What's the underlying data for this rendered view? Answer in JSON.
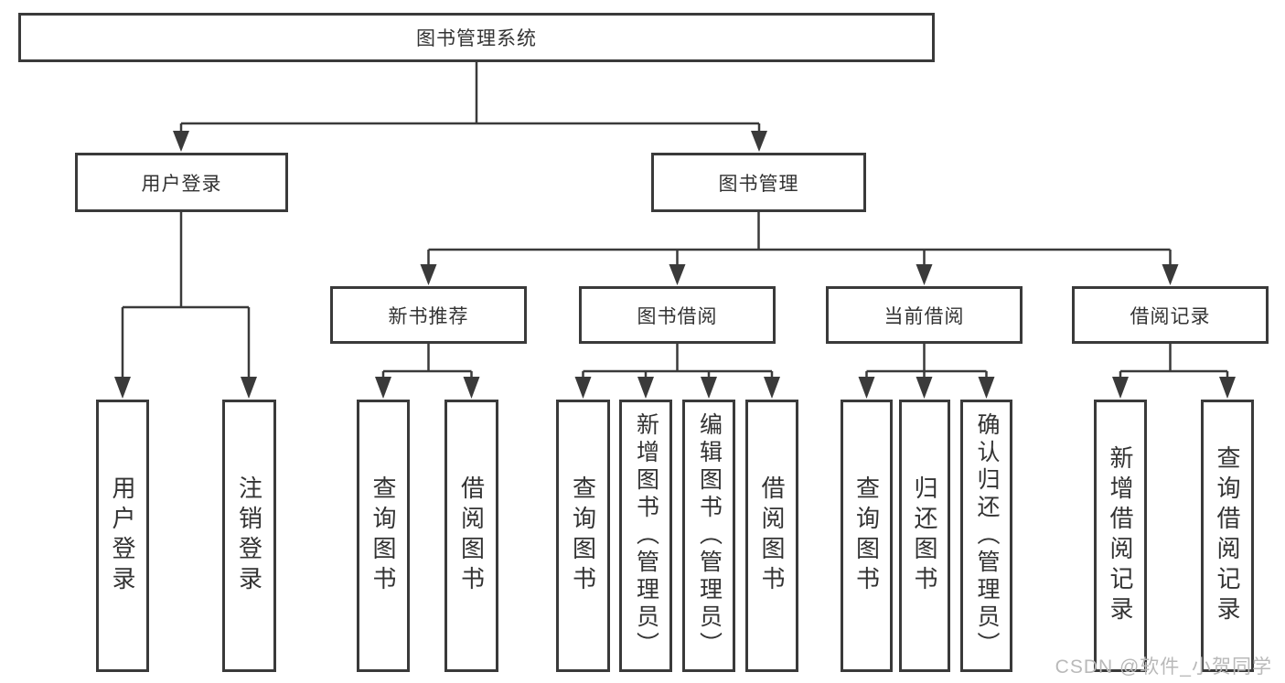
{
  "tree": {
    "root": {
      "label": "图书管理系统"
    },
    "children": [
      {
        "label": "用户登录",
        "children": [
          {
            "label": "用户登录"
          },
          {
            "label": "注销登录"
          }
        ]
      },
      {
        "label": "图书管理",
        "children": [
          {
            "label": "新书推荐",
            "children": [
              {
                "label": "查询图书"
              },
              {
                "label": "借阅图书"
              }
            ]
          },
          {
            "label": "图书借阅",
            "children": [
              {
                "label": "查询图书"
              },
              {
                "label": "新增图书（管理员）"
              },
              {
                "label": "编辑图书（管理员）"
              },
              {
                "label": "借阅图书"
              }
            ]
          },
          {
            "label": "当前借阅",
            "children": [
              {
                "label": "查询图书"
              },
              {
                "label": "归还图书"
              },
              {
                "label": "确认归还（管理员）"
              }
            ]
          },
          {
            "label": "借阅记录",
            "children": [
              {
                "label": "新增借阅记录"
              },
              {
                "label": "查询借阅记录"
              }
            ]
          }
        ]
      }
    ]
  },
  "watermark": {
    "text": "CSDN @软件_小贺同学"
  },
  "colors": {
    "line": "#3a3a3a",
    "text": "#333333",
    "watermark": "#b9b9b9",
    "background": "#ffffff"
  }
}
